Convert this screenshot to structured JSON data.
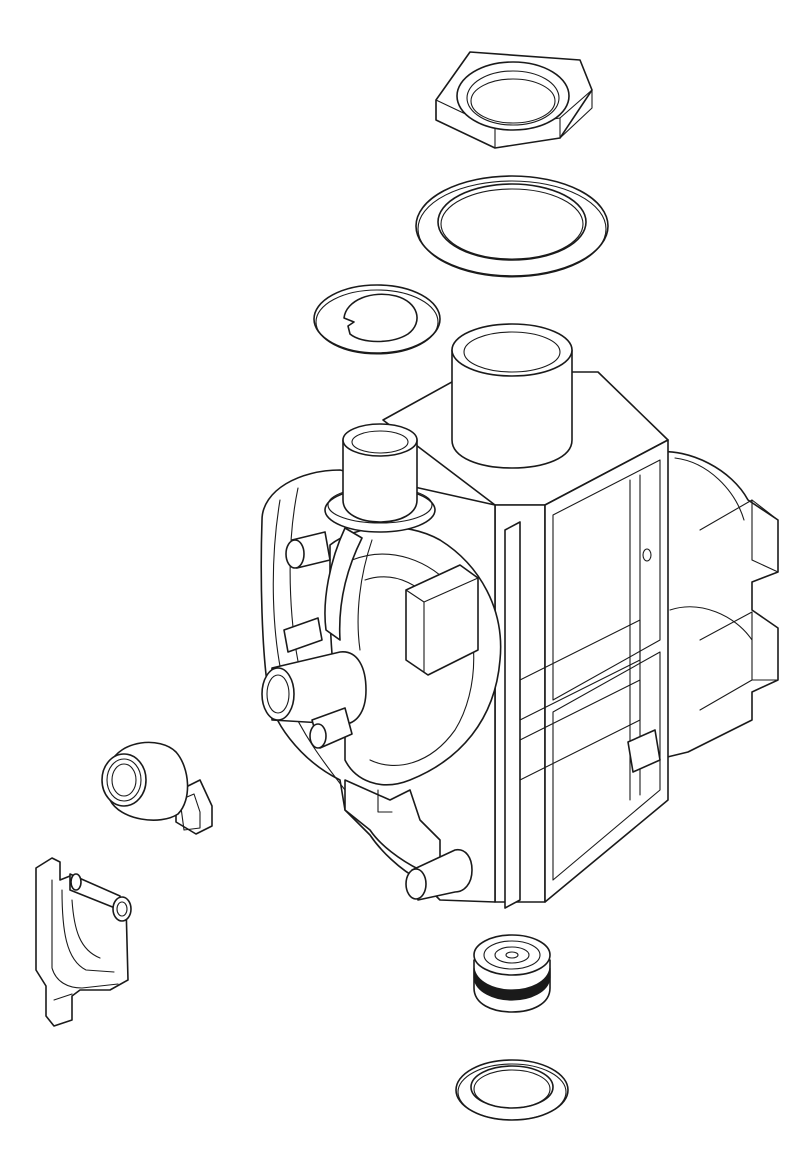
{
  "diagram": {
    "kind": "exploded-view line drawing",
    "line_color": "#1a1a1a",
    "background": "#ffffff",
    "parts": [
      "hex-nut",
      "large-washer",
      "small-washer-notched",
      "pump-valve-body",
      "sensor-plug",
      "retaining-clip",
      "valve-plug",
      "bottom-washer"
    ]
  }
}
